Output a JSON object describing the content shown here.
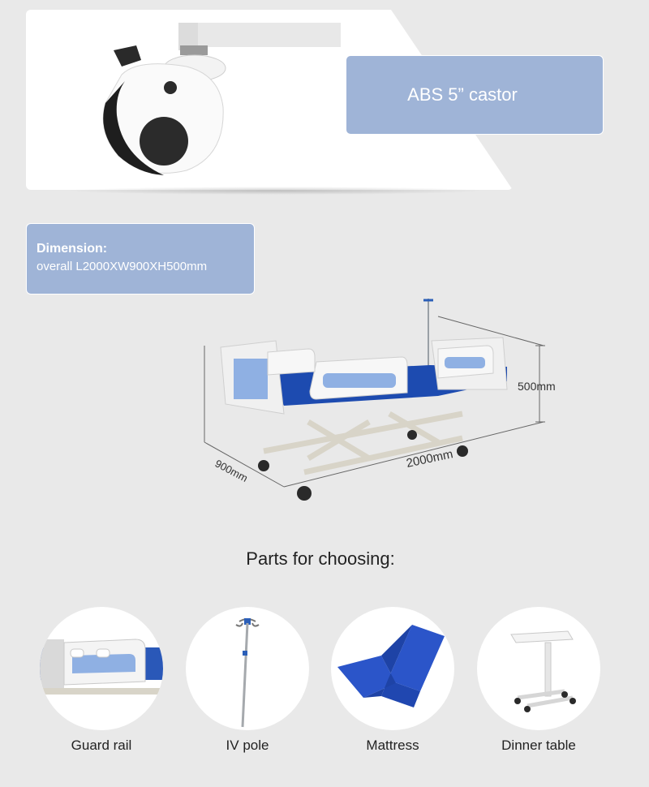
{
  "castor": {
    "label": "ABS 5” castor"
  },
  "dimension": {
    "title": "Dimension:",
    "value": "overall L2000XW900XH500mm"
  },
  "bed_diagram": {
    "height_label": "500mm",
    "length_label": "2000mm",
    "width_label": "900mm"
  },
  "parts": {
    "heading": "Parts for choosing:",
    "items": [
      {
        "label": "Guard rail",
        "icon": "guard-rail-icon"
      },
      {
        "label": "IV pole",
        "icon": "iv-pole-icon"
      },
      {
        "label": "Mattress",
        "icon": "mattress-icon"
      },
      {
        "label": "Dinner table",
        "icon": "dinner-table-icon"
      }
    ]
  },
  "colors": {
    "label_bg": "#9fb4d7",
    "page_bg": "#e9e9e9",
    "mattress_blue": "#1d4bb0",
    "panel_blue": "#8fb0e3"
  }
}
